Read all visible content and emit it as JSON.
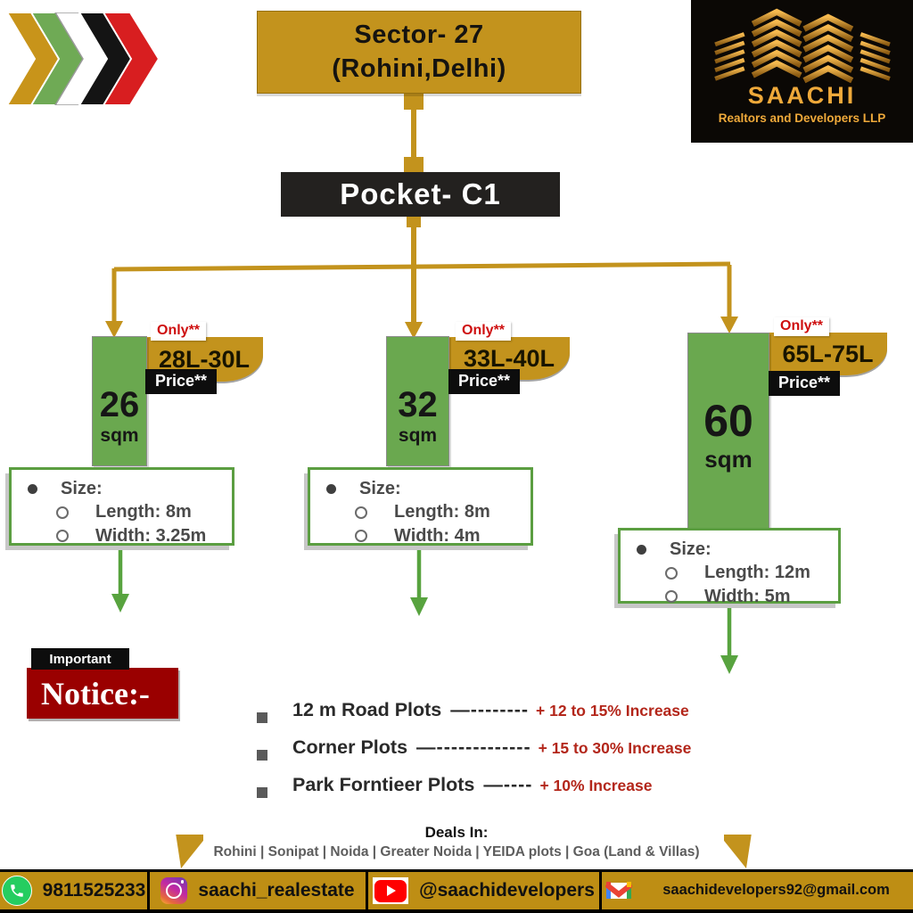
{
  "colors": {
    "gold": "#C3931D",
    "green": "#6AA84F",
    "notice_red": "#9A0000",
    "accent_red": "#B3261A",
    "dark": "#1E1E1E"
  },
  "header": {
    "sector_line1": "Sector- 27",
    "sector_line2": "(Rohini,Delhi)",
    "pocket": "Pocket- C1"
  },
  "logo": {
    "name": "SAACHI",
    "tagline": "Realtors and Developers LLP"
  },
  "plots": [
    {
      "area": "26",
      "unit": "sqm",
      "only": "Only**",
      "price_range": "28L-30L",
      "price_label": "Price**",
      "size_title": "Size:",
      "length": "Length: 8m",
      "width": "Width: 3.25m"
    },
    {
      "area": "32",
      "unit": "sqm",
      "only": "Only**",
      "price_range": "33L-40L",
      "price_label": "Price**",
      "size_title": "Size:",
      "length": "Length: 8m",
      "width": "Width: 4m"
    },
    {
      "area": "60",
      "unit": "sqm",
      "only": "Only**",
      "price_range": "65L-75L",
      "price_label": "Price**",
      "size_title": "Size:",
      "length": "Length: 12m",
      "width": "Width: 5m"
    }
  ],
  "notice": {
    "tab": "Important",
    "title": "Notice:-",
    "items": [
      {
        "label": "12 m Road Plots",
        "dashes": "—--------",
        "increase": "+ 12 to 15% Increase"
      },
      {
        "label": "Corner Plots",
        "dashes": "—-------------",
        "increase": "+ 15 to 30% Increase"
      },
      {
        "label": "Park Forntieer Plots",
        "dashes": "—----",
        "increase": "+ 10% Increase"
      }
    ]
  },
  "deals": {
    "title": "Deals In:",
    "locations": "Rohini | Sonipat | Noida | Greater Noida | YEIDA plots | Goa (Land & Villas)"
  },
  "contact": {
    "whatsapp": "9811525233",
    "instagram": "saachi_realestate",
    "youtube": "@saachidevelopers",
    "email": "saachidevelopers92@gmail.com"
  }
}
